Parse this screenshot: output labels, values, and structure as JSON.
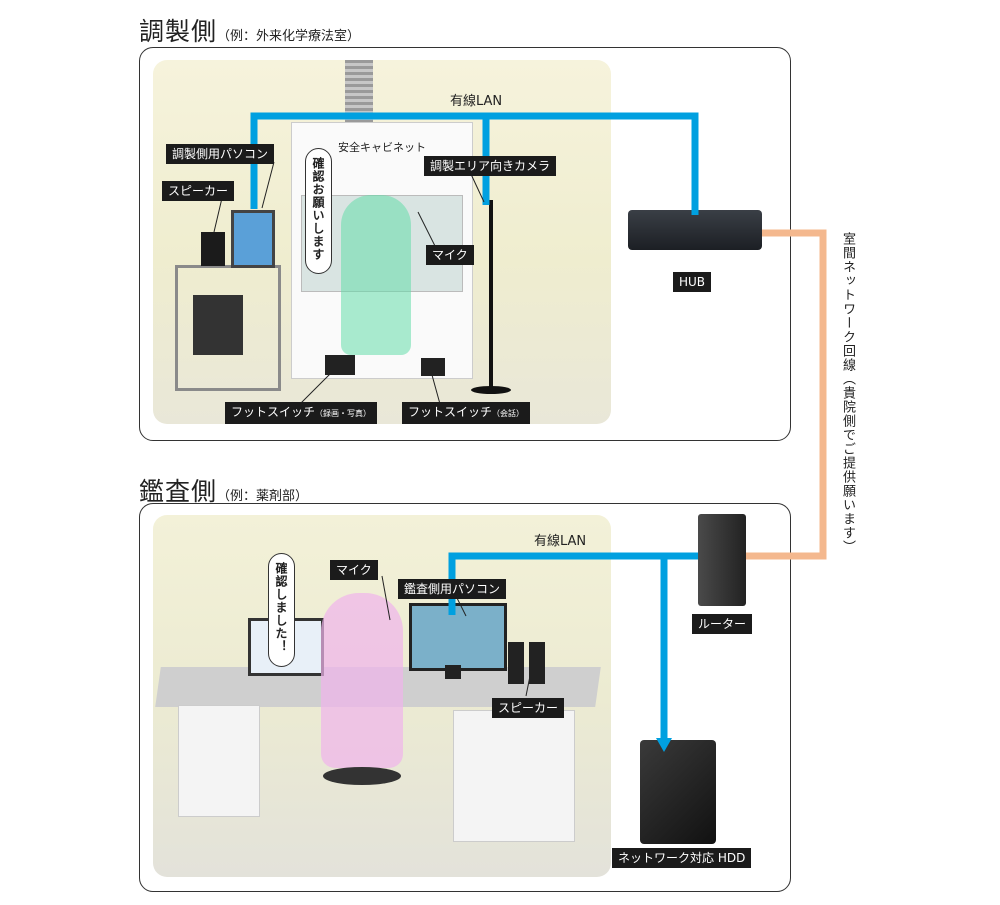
{
  "top_section": {
    "title": "調製側",
    "subtitle": "（例：外来化学療法室）",
    "wired_lan": "有線LAN",
    "cabinet_label": "安全キャビネット",
    "pc_label": "調製側用パソコン",
    "speaker_label": "スピーカー",
    "camera_label": "調製エリア向きカメラ",
    "mic_label": "マイク",
    "hub_label": "HUB",
    "bubble": "確認お願いします",
    "foot_switch_1": "フットスイッチ",
    "foot_switch_1_note": "（録画・写真）",
    "foot_switch_2": "フットスイッチ",
    "foot_switch_2_note": "（会話）"
  },
  "bottom_section": {
    "title": "鑑査側",
    "subtitle": "（例：薬剤部）",
    "wired_lan": "有線LAN",
    "mic_label": "マイク",
    "pc_label": "鑑査側用パソコン",
    "speaker_label": "スピーカー",
    "router_label": "ルーター",
    "hdd_label": "ネットワーク対応 HDD",
    "bubble": "確認しました！"
  },
  "inter_room_line": "室間ネットワーク回線（貴院側でご提供願います）",
  "colors": {
    "lan": "#00a0e0",
    "inter_room": "#f4b88e",
    "label_bg": "#1b1b1b"
  }
}
